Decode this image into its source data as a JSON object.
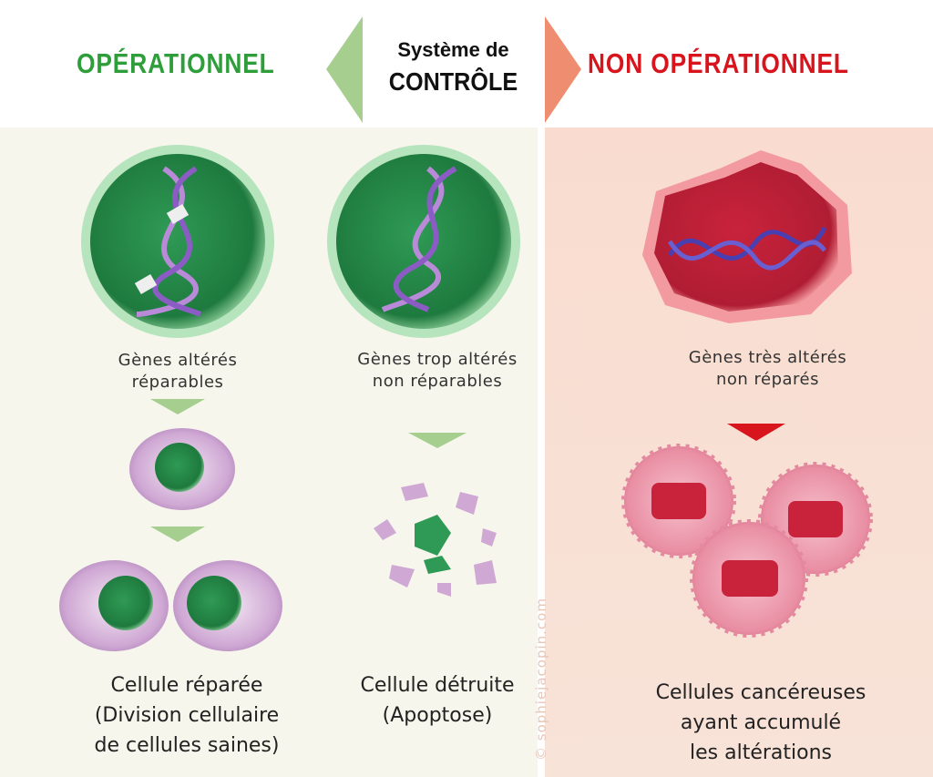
{
  "header": {
    "left": "OPÉRATIONNEL",
    "center_line1": "Système de",
    "center_line2": "CONTRÔLE",
    "right": "NON  OPÉRATIONNEL"
  },
  "colors": {
    "green": "#2e9e3a",
    "red": "#d8141c",
    "green_arrow": "#a6cf8f",
    "red_arrow": "#ef8d70",
    "left_bg": "#f6f6ec",
    "right_bg": "#f9dccf"
  },
  "columns": [
    {
      "label_line1": "Gènes altérés",
      "label_line2": "réparables",
      "caption": [
        "Cellule réparée",
        "(Division cellulaire",
        "de cellules saines)"
      ]
    },
    {
      "label_line1": "Gènes trop altérés",
      "label_line2": "non  réparables",
      "caption": [
        "Cellule détruite",
        "(Apoptose)"
      ]
    },
    {
      "label_line1": "Gènes très altérés",
      "label_line2": "non  réparés",
      "caption": [
        "Cellules cancéreuses",
        "ayant accumulé",
        "les altérations"
      ]
    }
  ],
  "watermark": "© sophiejacopin.com"
}
